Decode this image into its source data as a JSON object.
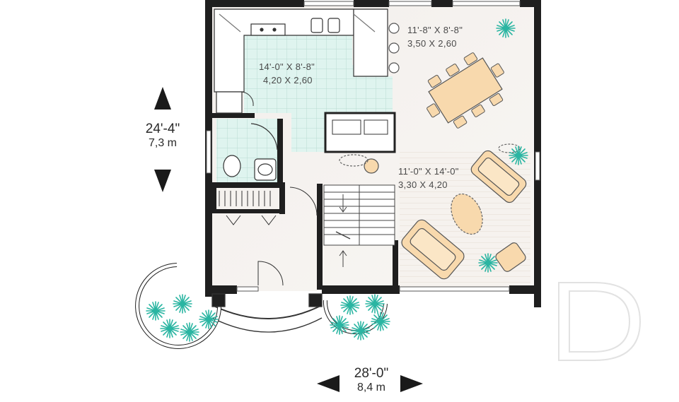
{
  "dimensions": {
    "height_imperial": "24'-4\"",
    "height_metric": "7,3 m",
    "width_imperial": "28'-0\"",
    "width_metric": "8,4 m"
  },
  "rooms": {
    "dining": {
      "imperial": "11'-8\" X 8'-8\"",
      "metric": "3,50 X 2,60"
    },
    "kitchen": {
      "imperial": "14'-0\" X 8'-8\"",
      "metric": "4,20 X 2,60"
    },
    "living": {
      "imperial": "11'-0\" X 14'-0\"",
      "metric": "3,30 X 4,20"
    }
  },
  "watermark": {
    "letter": "D"
  },
  "colors": {
    "wall": "#1f1f1f",
    "kitchen_tile": "#dff4ef",
    "floor": "#f4f1ee",
    "furniture": "#f8d9ad",
    "plant": "#2ab5a2"
  },
  "icons": [
    "plant-icon",
    "arrow-left-icon",
    "arrow-right-icon",
    "arrow-up-icon",
    "arrow-down-icon"
  ]
}
